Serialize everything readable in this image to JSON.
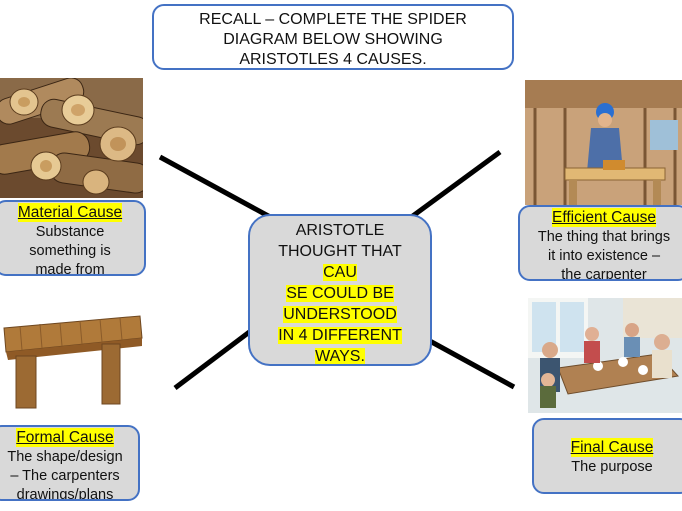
{
  "title": {
    "lines": [
      "RECALL – COMPLETE THE SPIDER",
      "DIAGRAM BELOW SHOWING",
      "ARISTOTLES 4 CAUSES."
    ]
  },
  "center": {
    "lines": [
      "ARISTOTLE",
      "THOUGHT THAT",
      "CAU",
      "SE COULD BE",
      "UNDERSTOOD",
      "IN 4 DIFFERENT",
      "WAYS."
    ]
  },
  "causes": {
    "material": {
      "title": "Material Cause",
      "lines": [
        "Substance",
        "something is",
        "made from"
      ]
    },
    "efficient": {
      "title": "Efficient  Cause",
      "lines": [
        "The thing that brings",
        "it into existence –",
        "the carpenter"
      ]
    },
    "formal": {
      "title": "Formal Cause",
      "lines": [
        "The shape/design",
        "– The carpenters",
        "drawings/plans"
      ]
    },
    "final": {
      "title": "Final Cause",
      "lines": [
        "The purpose"
      ]
    }
  },
  "photos": {
    "logs": "photo-logs",
    "carpenter": "photo-carpenter",
    "table": "photo-table",
    "family": "photo-family-dinner"
  },
  "colors": {
    "box_border": "#4472c4",
    "box_fill": "#d9d9d9",
    "highlight": "#ffff00",
    "connector": "#000000"
  }
}
